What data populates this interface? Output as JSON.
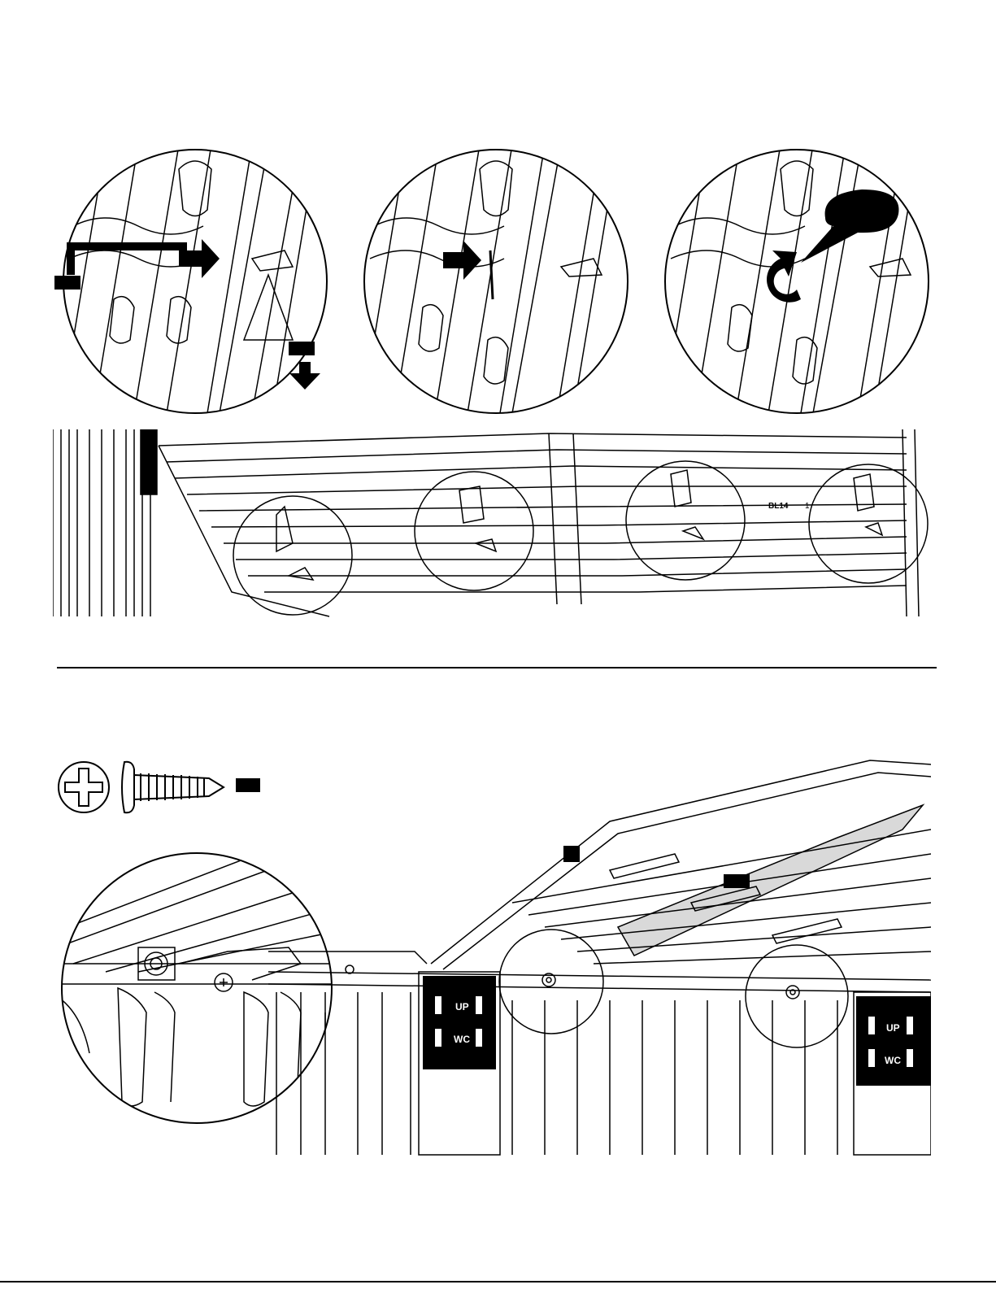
{
  "step_top": {
    "panel_labels": {
      "part_marking": "BL14",
      "marking_number": "1"
    }
  },
  "step_bottom": {
    "wall_labels": {
      "up": "UP",
      "wc": "WC"
    }
  },
  "colors": {
    "line": "#000000",
    "fill_gray": "#d9d9d9",
    "background": "#ffffff"
  },
  "icons": {
    "screwdriver": "phillips-head-icon",
    "screw": "screw-icon",
    "push_arrow": "arrow-right-icon",
    "down_arrow": "arrow-down-icon",
    "rotate_arrow": "rotate-arrow-icon"
  }
}
